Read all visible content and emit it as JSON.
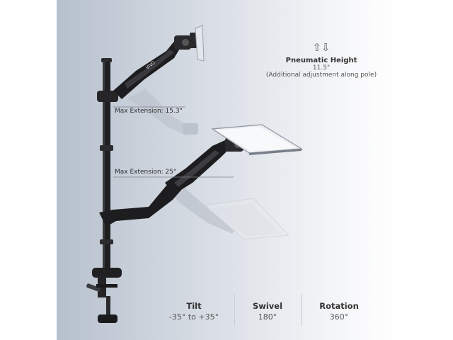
{
  "pneumatic": {
    "arrows_icon": "up-down-arrows-icon",
    "title": "Pneumatic Height",
    "value": "11.5\"",
    "note": "(Additional adjustment along pole)"
  },
  "extensions": {
    "upper": "Max Extension: 15.3\"",
    "lower": "Max Extension: 25\""
  },
  "brand_mark": "VIVO",
  "specs": [
    {
      "title": "Tilt",
      "value": "-35° to +35°"
    },
    {
      "title": "Swivel",
      "value": "180°"
    },
    {
      "title": "Rotation",
      "value": "360°"
    }
  ],
  "colors": {
    "metal": "#1f1f21",
    "ghost": "#c9ced6",
    "accent_text": "#333333"
  }
}
